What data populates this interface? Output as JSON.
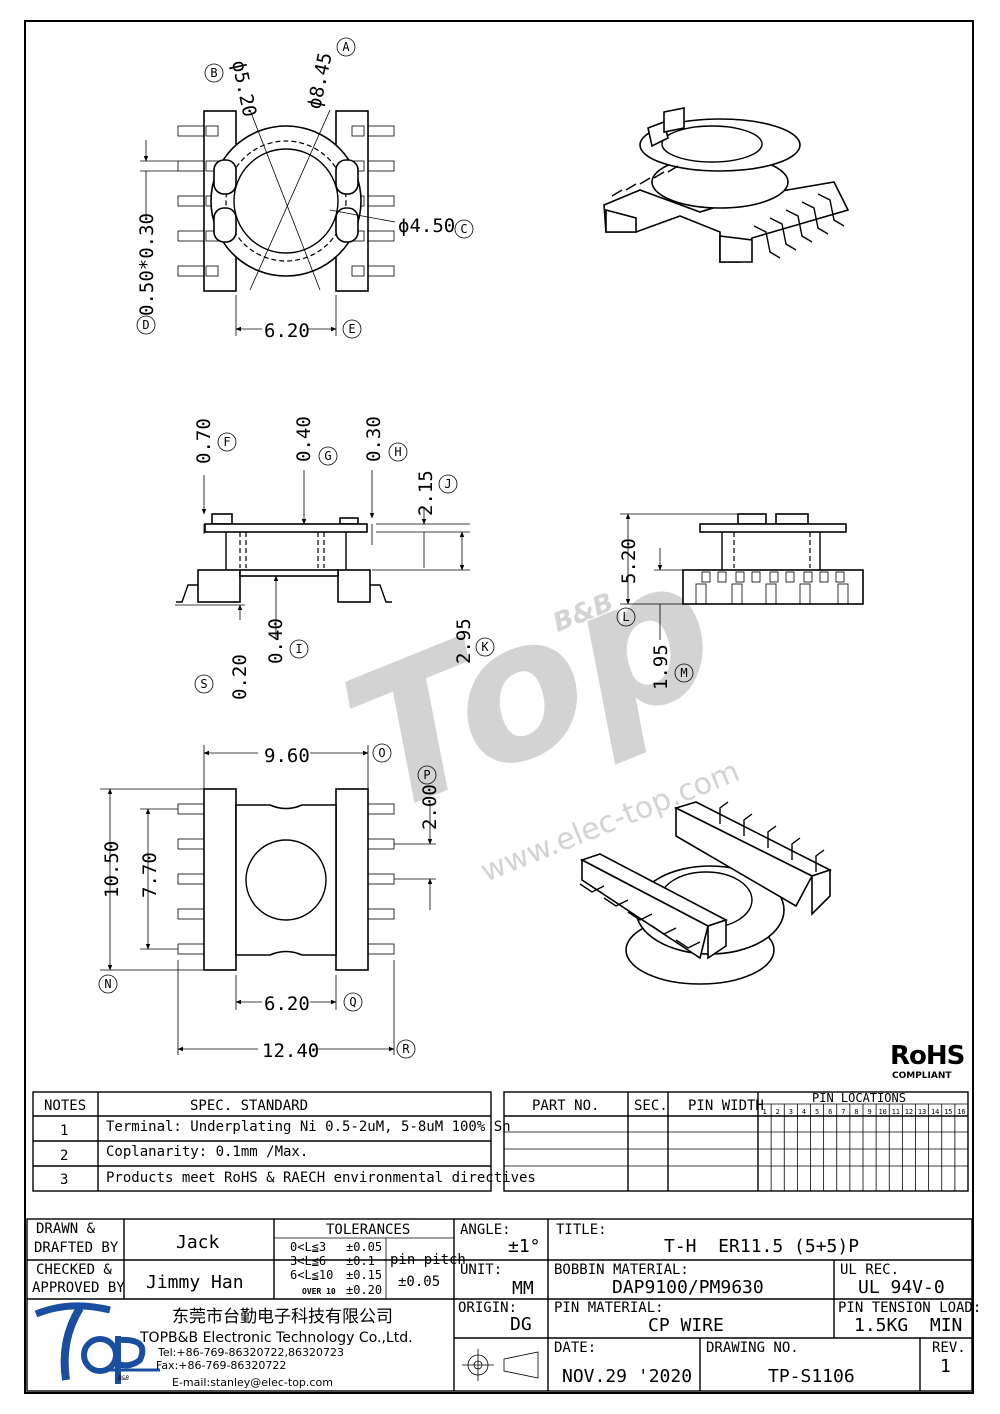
{
  "dims": {
    "a": "ϕ8.45",
    "b": "ϕ5.20",
    "c": "ϕ4.50",
    "d": "0.50*0.30",
    "e": "6.20",
    "f": "0.70",
    "g": "0.40",
    "h": "0.30",
    "j": "2.15",
    "i": "0.40",
    "s": "0.20",
    "k": "2.95",
    "l": "5.20",
    "m": "1.95",
    "o": "9.60",
    "p": "2.00",
    "n": "10.50",
    "n2": "7.70",
    "q": "6.20",
    "r": "12.40"
  },
  "markers": {
    "a": "A",
    "b": "B",
    "c": "C",
    "d": "D",
    "e": "E",
    "f": "F",
    "g": "G",
    "h": "H",
    "i": "I",
    "j": "J",
    "k": "K",
    "l": "L",
    "m": "M",
    "n": "N",
    "o": "O",
    "p": "P",
    "q": "Q",
    "r": "R",
    "s": "S"
  },
  "watermark": {
    "brand": "Top",
    "sub": "B&B",
    "url": "www.elec-top.com"
  },
  "rohs": {
    "mark": "RoHS",
    "sub": "COMPLIANT"
  },
  "notes": {
    "header_notes": "NOTES",
    "header_spec": "SPEC. STANDARD",
    "rows": [
      {
        "no": "1",
        "text": "Terminal: Underplating Ni 0.5-2uM, 5-8uM 100% Sn"
      },
      {
        "no": "2",
        "text": "Coplanarity: 0.1mm /Max."
      },
      {
        "no": "3",
        "text": "Products meet RoHS & RAECH environmental directives"
      }
    ]
  },
  "parts": {
    "part_no": "PART NO.",
    "sec": "SEC.",
    "pin_width": "PIN WIDTH",
    "pin_locations": "PIN LOCATIONS",
    "pins": [
      "1",
      "2",
      "3",
      "4",
      "5",
      "6",
      "7",
      "8",
      "9",
      "10",
      "11",
      "12",
      "13",
      "14",
      "15",
      "16"
    ]
  },
  "title_block": {
    "drawn_label1": "DRAWN &",
    "drawn_label2": "DRAFTED BY",
    "drawn_value": "Jack",
    "checked_label1": "CHECKED &",
    "checked_label2": "APPROVED BY",
    "checked_value": "Jimmy Han",
    "tolerances_label": "TOLERANCES",
    "tol_rows": [
      {
        "range": "0<L≦3",
        "val": "±0.05"
      },
      {
        "range": "3<L≦6",
        "val": "±0.1"
      },
      {
        "range": "6<L≦10",
        "val": "±0.15"
      },
      {
        "range": "OVER 10",
        "val": "±0.20"
      }
    ],
    "pin_pitch_label": "pin pitch",
    "pin_pitch_value": "±0.05",
    "angle_label": "ANGLE:",
    "angle_value": "±1°",
    "unit_label": "UNIT:",
    "unit_value": "MM",
    "origin_label": "ORIGIN:",
    "origin_value": "DG",
    "title_label": "TITLE:",
    "title_value": "T-H  ER11.5 (5+5)P",
    "bobbin_label": "BOBBIN MATERIAL:",
    "bobbin_value": "DAP9100/PM9630",
    "ul_label": "UL REC.",
    "ul_value": "UL 94V-0",
    "pin_mat_label": "PIN MATERIAL:",
    "pin_mat_value": "CP WIRE",
    "tension_label": "PIN TENSION LOAD:",
    "tension_value": "1.5KG  MIN",
    "date_label": "DATE:",
    "date_value": "NOV.29 '2020",
    "drawing_label": "DRAWING NO.",
    "drawing_value": "TP-S1106",
    "rev_label": "REV.",
    "rev_value": "1",
    "company_cn": "东莞市台勤电子科技有限公司",
    "company_en": "TOPB&B Electronic Technology Co.,Ltd.",
    "tel": "Tel:+86-769-86320722,86320723",
    "fax": "Fax:+86-769-86320722",
    "email": "E-mail:stanley@elec-top.com",
    "logo_sub": "B&B"
  },
  "colors": {
    "logo": "#1a4fa0",
    "watermark": "#cfcfcf"
  }
}
